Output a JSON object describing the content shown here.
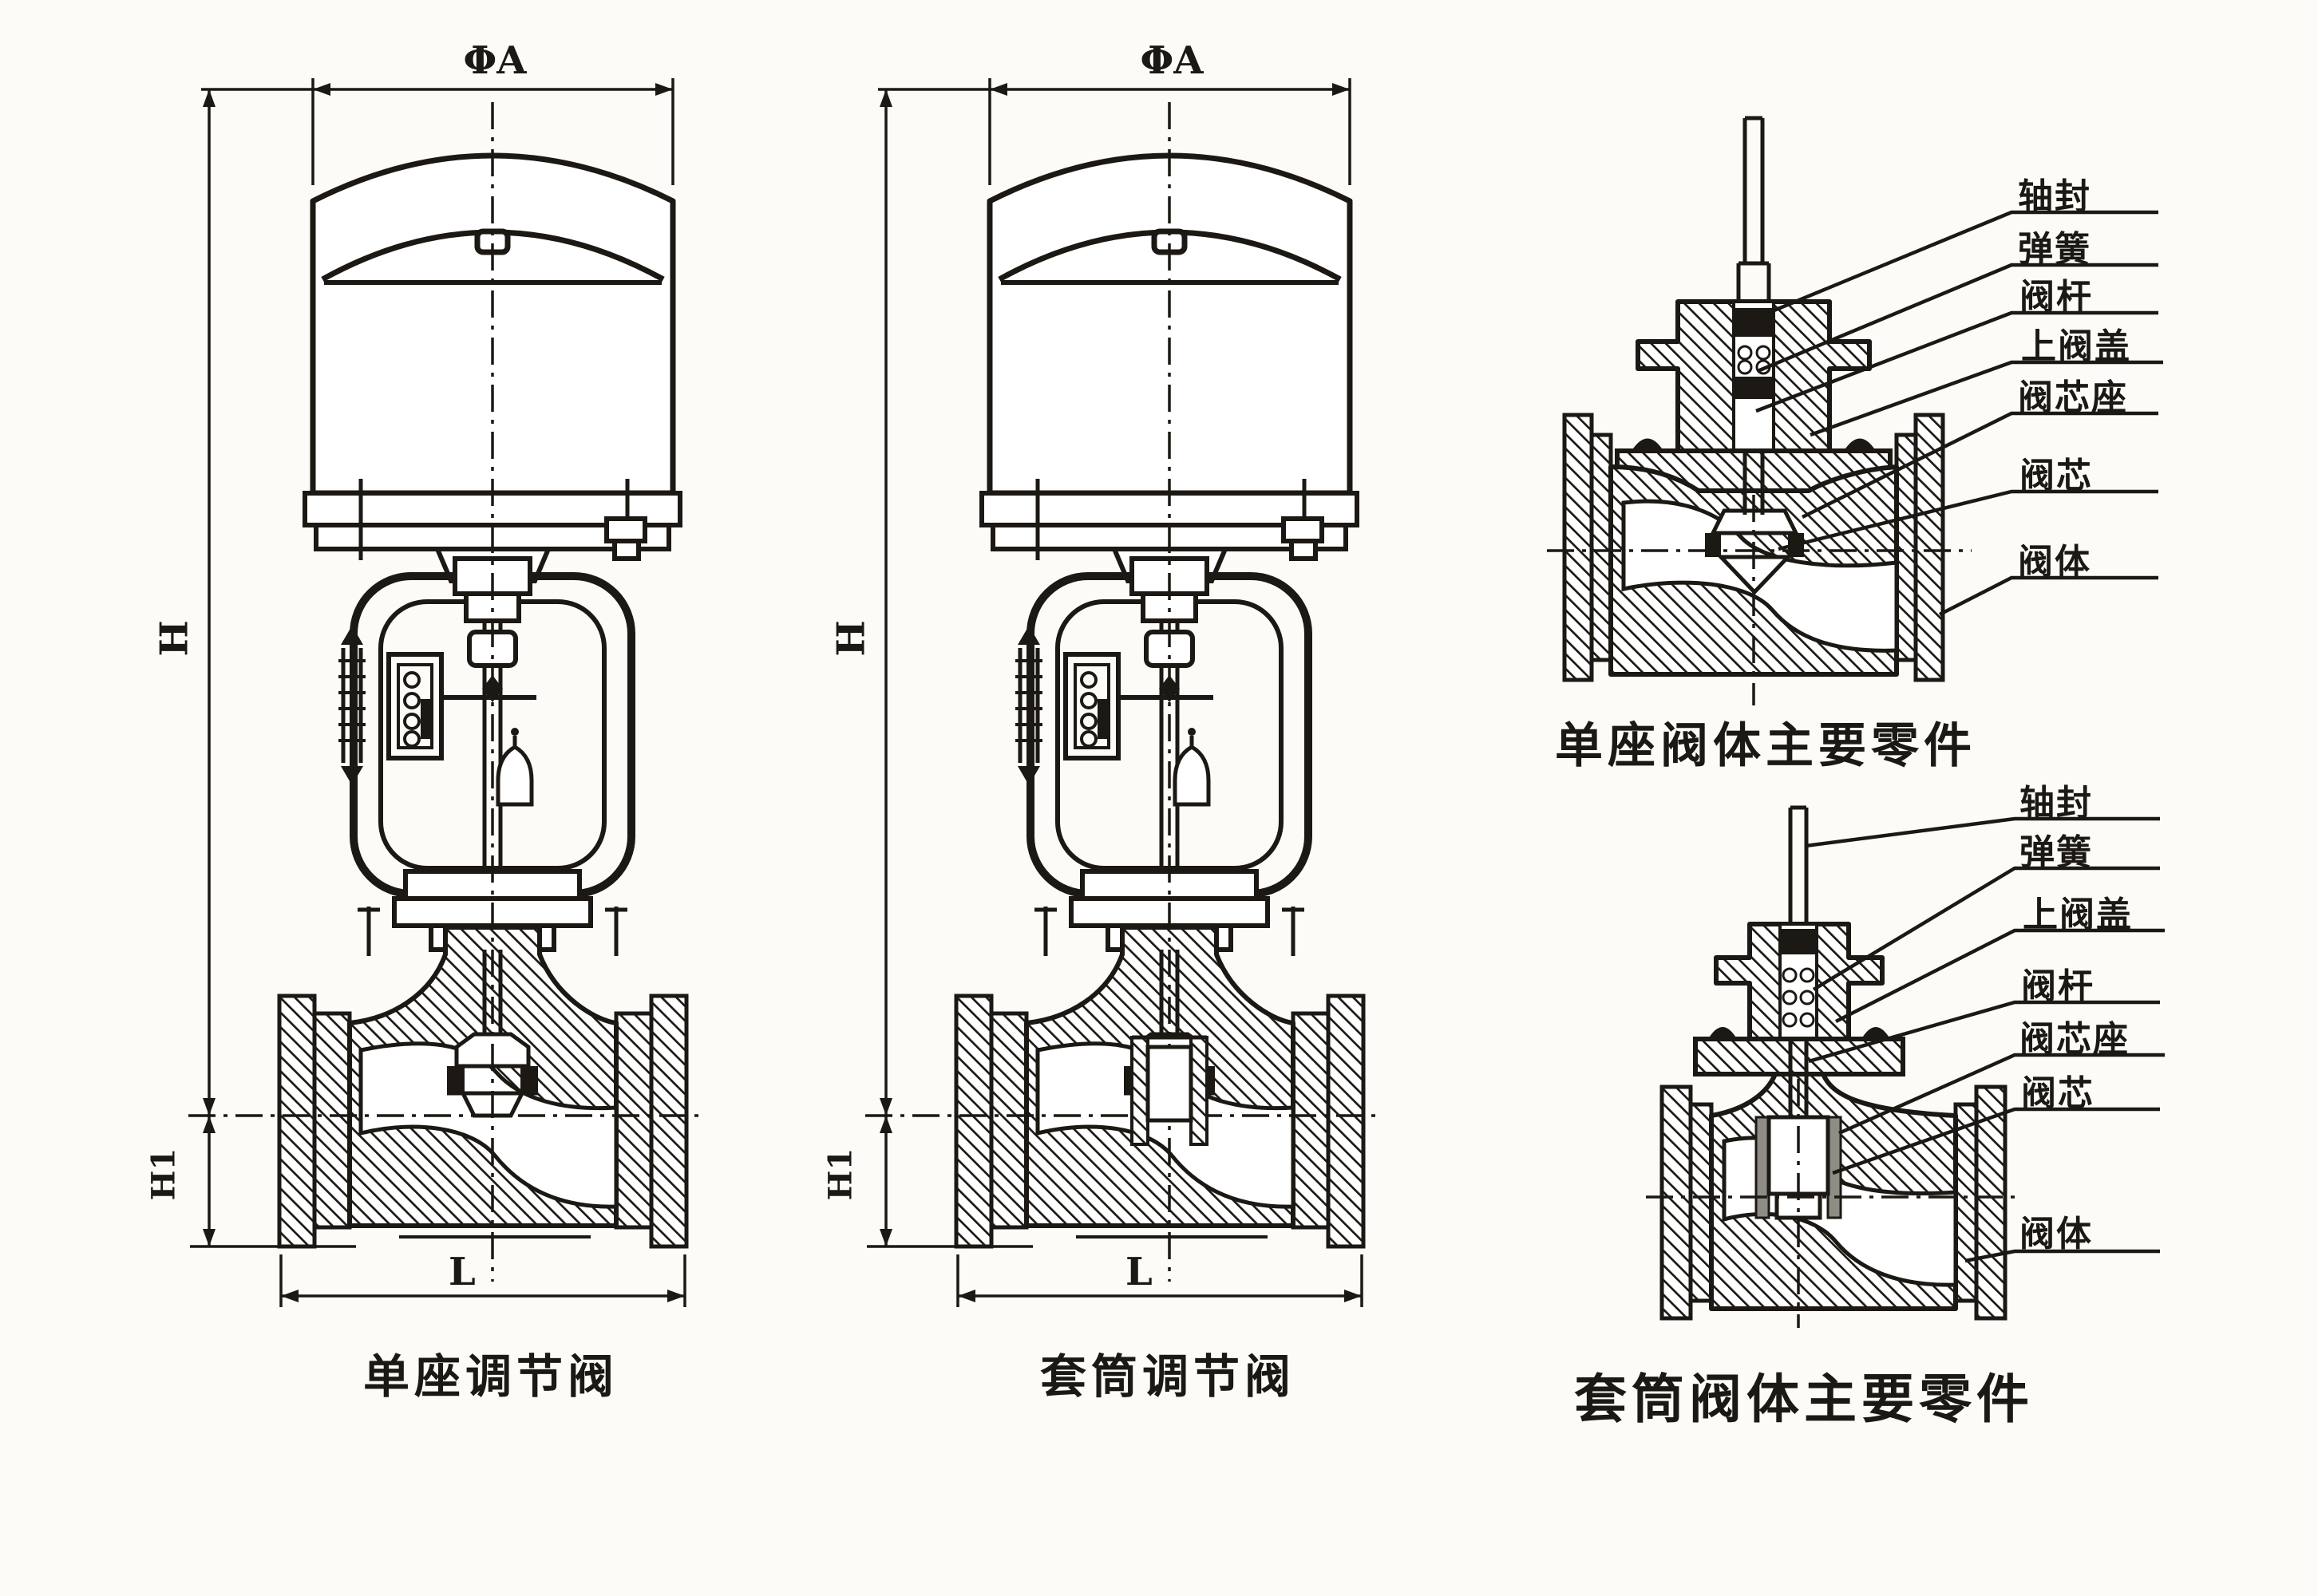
{
  "page": {
    "background": "#fcfbf8",
    "ink": "#1c1813",
    "description_note": "engineering line drawing, electric single-seat / sleeve control valves"
  },
  "valves": [
    {
      "id": "single-seat-control-valve",
      "caption": "单座调节阀",
      "dims": {
        "dia": "ΦA",
        "height": "H",
        "height1": "H1",
        "length": "L"
      }
    },
    {
      "id": "sleeve-control-valve",
      "caption": "套筒调节阀",
      "dims": {
        "dia": "ΦA",
        "height": "H",
        "height1": "H1",
        "length": "L"
      }
    }
  ],
  "part_diagrams": [
    {
      "id": "single-seat-body-parts",
      "caption": "单座阀体主要零件",
      "labels": [
        "轴封",
        "弹簧",
        "阀杆",
        "上阀盖",
        "阀芯座",
        "阀芯",
        "阀体"
      ]
    },
    {
      "id": "sleeve-body-parts",
      "caption": "套筒阀体主要零件",
      "labels": [
        "轴封",
        "弹簧",
        "上阀盖",
        "阀杆",
        "阀芯座",
        "阀芯",
        "阀体"
      ]
    }
  ]
}
